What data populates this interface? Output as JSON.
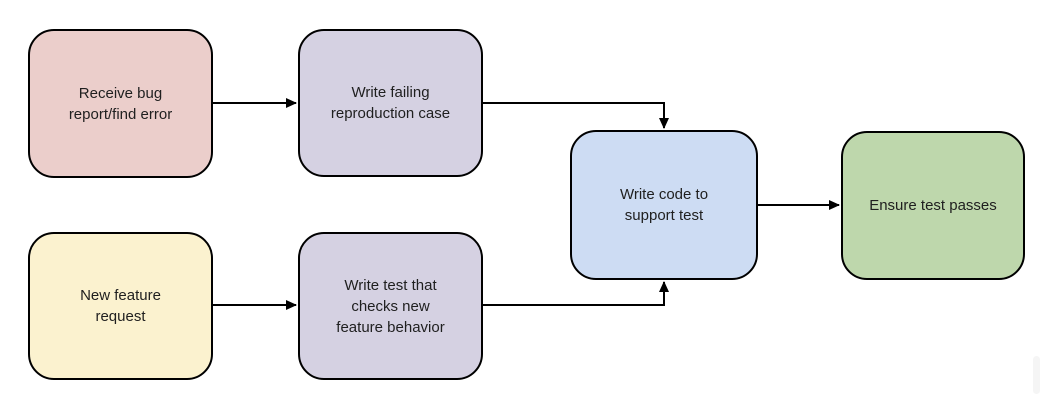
{
  "diagram": {
    "type": "flowchart",
    "background": "#ffffff",
    "stroke_color": "#000000",
    "text_color": "#1f1f1f",
    "nodes": [
      {
        "id": "receive-bug-report",
        "label_lines": [
          "Receive bug",
          "report/find error"
        ],
        "fill": "#ebcecb"
      },
      {
        "id": "write-failing-reproduction",
        "label_lines": [
          "Write failing",
          "reproduction case"
        ],
        "fill": "#d5d1e2"
      },
      {
        "id": "new-feature-request",
        "label_lines": [
          "New feature",
          "request"
        ],
        "fill": "#fbf2cf"
      },
      {
        "id": "write-test-checks-new-feature",
        "label_lines": [
          "Write test that",
          "checks new",
          "feature behavior"
        ],
        "fill": "#d5d1e2"
      },
      {
        "id": "write-code-support-test",
        "label_lines": [
          "Write code to",
          "support test"
        ],
        "fill": "#cddcf3"
      },
      {
        "id": "ensure-test-passes",
        "label_lines": [
          "Ensure test passes"
        ],
        "fill": "#bed7ac"
      }
    ],
    "edges": [
      {
        "from": "receive-bug-report",
        "to": "write-failing-reproduction"
      },
      {
        "from": "new-feature-request",
        "to": "write-test-checks-new-feature"
      },
      {
        "from": "write-failing-reproduction",
        "to": "write-code-support-test"
      },
      {
        "from": "write-test-checks-new-feature",
        "to": "write-code-support-test"
      },
      {
        "from": "write-code-support-test",
        "to": "ensure-test-passes"
      }
    ]
  }
}
